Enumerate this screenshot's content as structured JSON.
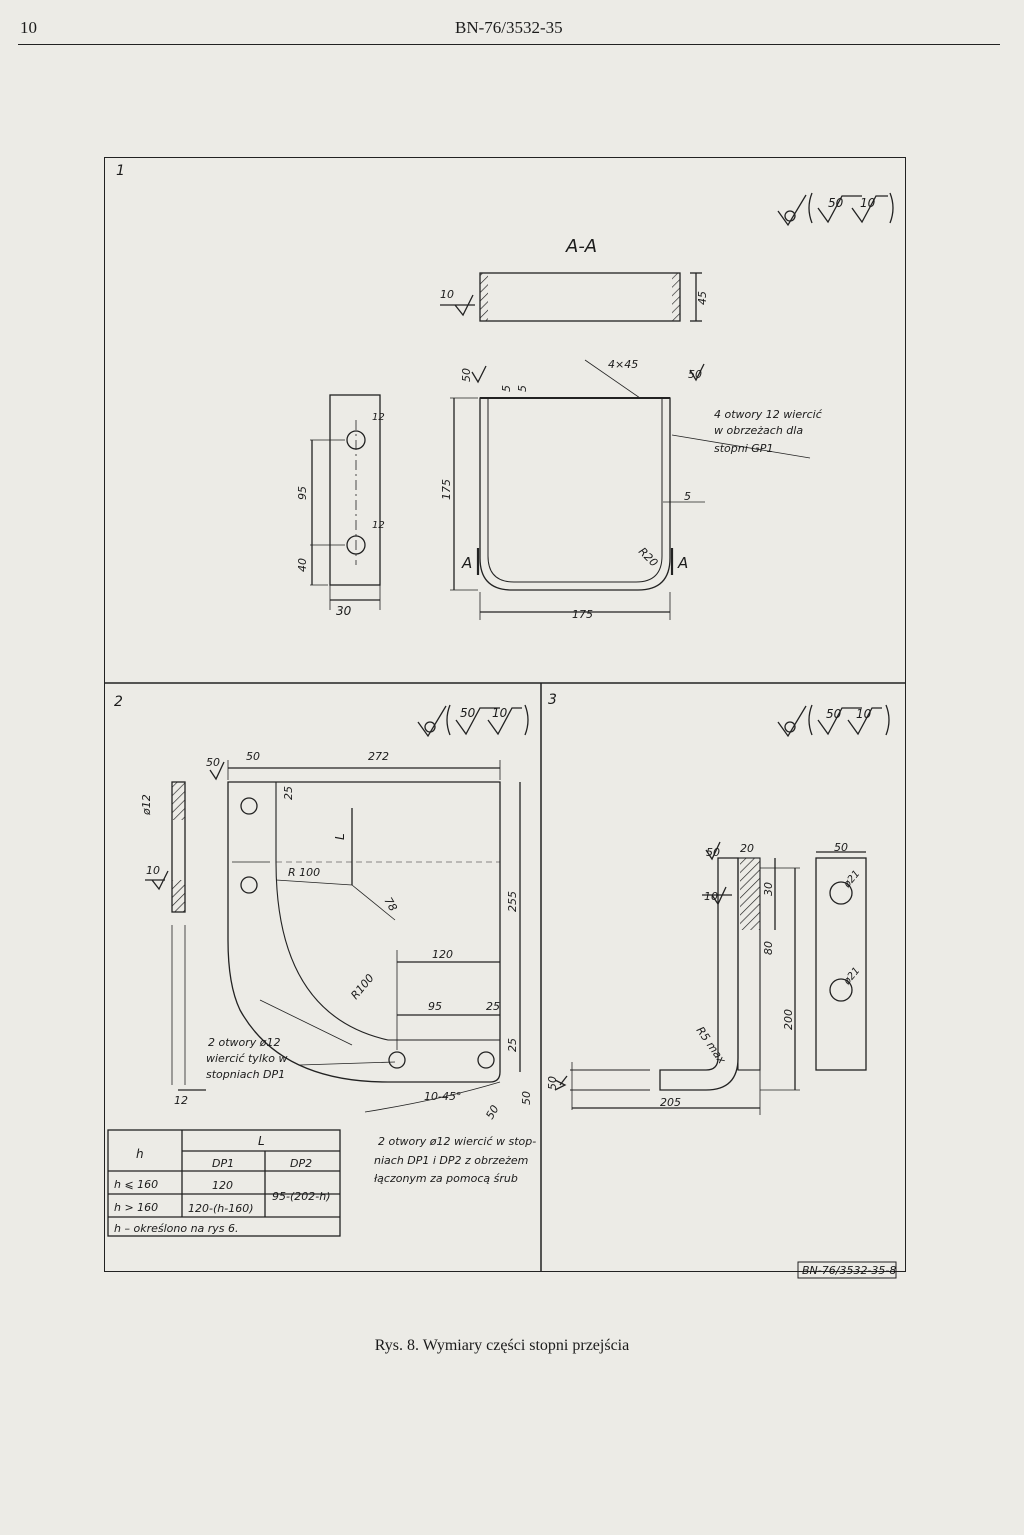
{
  "header": {
    "page_number": "10",
    "standard_code": "BN-76/3532-35"
  },
  "panel1": {
    "index": "1",
    "roughness": [
      "50",
      "10"
    ],
    "section_label": "A-A",
    "plate": {
      "finish": "10",
      "height": "45"
    },
    "bar": {
      "hole1": "12",
      "hole2": "12",
      "pitch": "95",
      "edge": "40",
      "width": "30"
    },
    "frame": {
      "finish_left": "50",
      "gap1": "5",
      "gap2": "5",
      "height": "175",
      "chamfer": "4×45",
      "finish_right": "50",
      "gap3": "5",
      "radius": "R20",
      "width": "175",
      "section_left": "A",
      "section_right": "A"
    },
    "note_lines": [
      "4 otwory 12 wiercić",
      "w obrzeżach dla",
      "stopni GP1"
    ]
  },
  "panel2": {
    "index": "2",
    "roughness": [
      "50",
      "10"
    ],
    "dims": {
      "finish_top": "50",
      "w50": "50",
      "w272": "272",
      "d25": "25",
      "L": "L",
      "r100": "R 100",
      "d78": "78",
      "h255": "255",
      "w120": "120",
      "r100b": "R100",
      "w95": "95",
      "w25": "25",
      "h25": "25",
      "angle": "10-45°",
      "finish_b1": "50",
      "finish_b2": "50",
      "hole12": "ø12",
      "finish_side": "10",
      "thick": "12"
    },
    "note_left": [
      "2 otwory ø12",
      "wiercić tylko w",
      "stopniach DP1"
    ],
    "note_right": [
      "2 otwory ø12 wiercić w stop-",
      "niach DP1 i DP2 z obrzeżem",
      "łączonym za pomocą śrub"
    ],
    "table": {
      "col_h": "h",
      "col_L": "L",
      "col_dp1": "DP1",
      "col_dp2": "DP2",
      "row1_h": "h ⩽ 160",
      "row1_dp1": "120",
      "row2_h": "h > 160",
      "row2_dp1": "120-(h-160)",
      "dp2_value": "95-(202-h)",
      "footer": "h – określono na rys 6."
    }
  },
  "panel3": {
    "index": "3",
    "roughness": [
      "50",
      "10"
    ],
    "dims": {
      "f50a": "50",
      "w20": "20",
      "f10": "10",
      "d30": "30",
      "d80": "80",
      "h200": "200",
      "r5": "R5 max",
      "w205": "205",
      "f50b": "50",
      "f50c": "50",
      "hole1": "ø21",
      "hole2": "ø21"
    },
    "drawing_number": "BN-76/3532-35-8"
  },
  "caption": "Rys. 8. Wymiary części stopni przejścia"
}
